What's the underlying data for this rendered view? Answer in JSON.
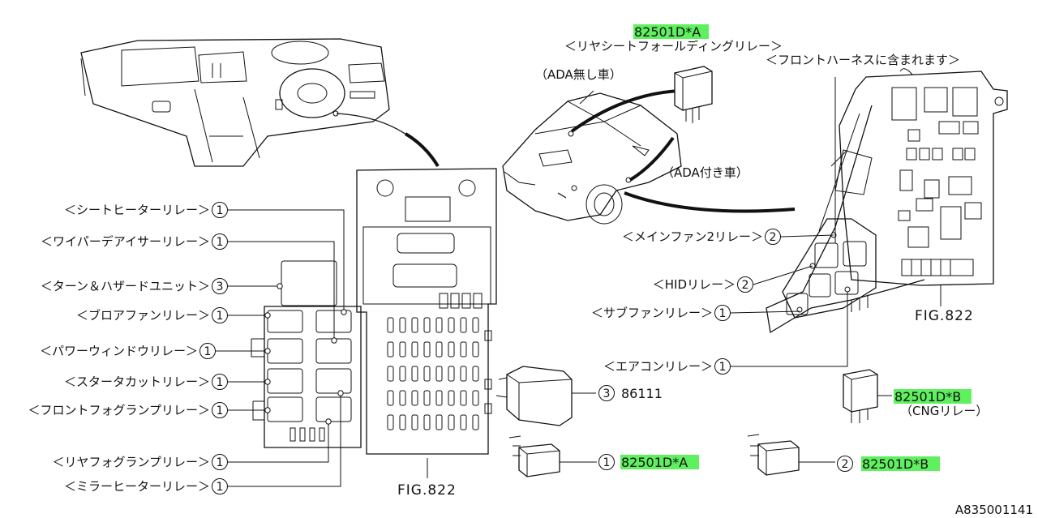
{
  "diagram_id": "A835001141",
  "colors": {
    "highlight": "#5ff05f",
    "line": "#111111",
    "background": "#ffffff"
  },
  "figure_refs": {
    "left": "FIG.822",
    "right": "FIG.822"
  },
  "top_relay": {
    "part_number": "82501D*A",
    "name": "＜リヤシートフォールディングリレー＞"
  },
  "vehicle_labels": {
    "without_ada": "（ADA無し車）",
    "with_ada": "（ADA付き車）",
    "front_harness": "＜フロントハーネスに含まれます＞"
  },
  "left_callouts": [
    {
      "label": "＜シートヒーターリレー＞",
      "ref": "1"
    },
    {
      "label": "＜ワイパーデアイサーリレー＞",
      "ref": "1"
    },
    {
      "label": "＜ターン＆ハザードユニット＞",
      "ref": "3"
    },
    {
      "label": "＜ブロアファンリレー＞",
      "ref": "1"
    },
    {
      "label": "＜パワーウィンドウリレー＞",
      "ref": "1"
    },
    {
      "label": "＜スタータカットリレー＞",
      "ref": "1"
    },
    {
      "label": "＜フロントフォグランプリレー＞",
      "ref": "1"
    },
    {
      "label": "＜リヤフォグランプリレー＞",
      "ref": "1"
    },
    {
      "label": "＜ミラーヒーターリレー＞",
      "ref": "1"
    }
  ],
  "right_callouts": [
    {
      "label": "＜メインファン2リレー＞",
      "ref": "2"
    },
    {
      "label": "＜HIDリレー＞",
      "ref": "2"
    },
    {
      "label": "＜サブファンリレー＞",
      "ref": "1"
    },
    {
      "label": "＜エアコンリレー＞",
      "ref": "1"
    }
  ],
  "parts": [
    {
      "ref": "3",
      "part_number": "86111",
      "highlight": false
    },
    {
      "ref": "1",
      "part_number": "82501D*A",
      "highlight": true
    },
    {
      "ref": "2",
      "part_number": "82501D*B",
      "highlight": true
    }
  ],
  "cng_relay": {
    "part_number": "82501D*B",
    "name": "（CNGリレー）"
  }
}
